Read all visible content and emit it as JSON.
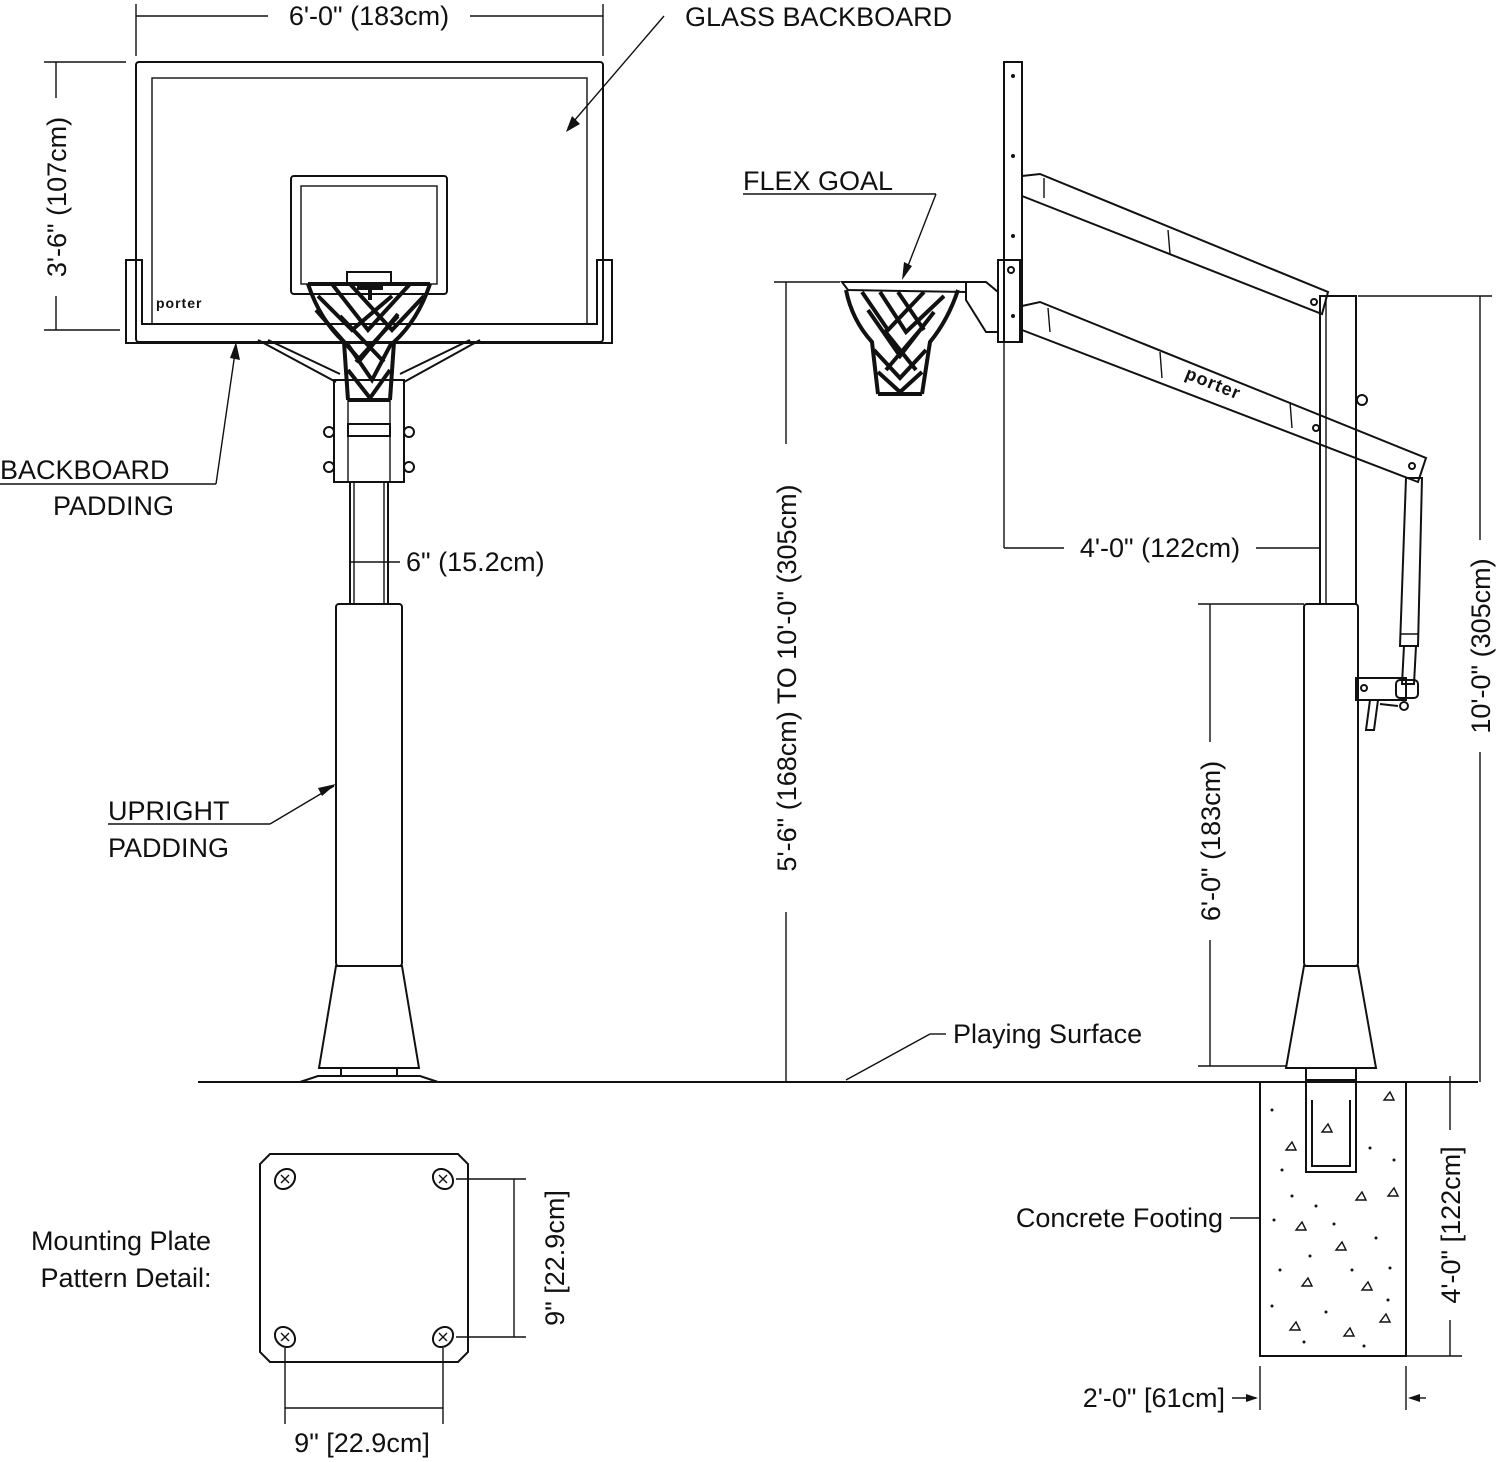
{
  "labels": {
    "backboard_width": "6'-0\" (183cm)",
    "backboard_height": "3'-6\" (107cm)",
    "glass_backboard": "GLASS BACKBOARD",
    "backboard_padding_1": "BACKBOARD",
    "backboard_padding_2": "PADDING",
    "pole_size": "6\" (15.2cm)",
    "upright_padding_1": "UPRIGHT",
    "upright_padding_2": "PADDING",
    "flex_goal": "FLEX GOAL",
    "height_range": "5'-6\" (168cm) TO 10'-0\" (305cm)",
    "overhang": "4'-0\" (122cm)",
    "padding_height": "6'-0\" (183cm)",
    "rim_height": "10'-0\" (305cm)",
    "playing_surface": "Playing Surface",
    "concrete_footing": "Concrete Footing",
    "footing_depth": "4'-0\" [122cm]",
    "footing_width": "2'-0\" [61cm]",
    "mounting_plate_1": "Mounting Plate",
    "mounting_plate_2": "Pattern Detail:",
    "plate_height": "9\" [22.9cm]",
    "plate_width": "9\" [22.9cm]"
  },
  "brand": {
    "front": "porter",
    "arm": "porter"
  }
}
